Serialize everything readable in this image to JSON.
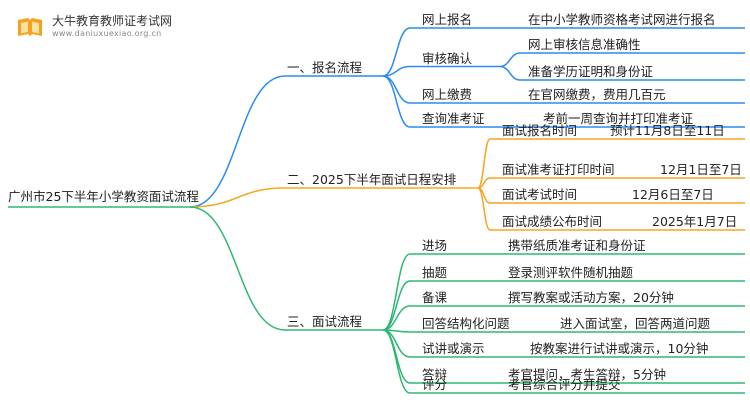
{
  "logo": {
    "name": "大牛教育教师证考试网",
    "url": "www.daniuxuexiao.org.cn"
  },
  "root": "广州市25下半年小学教资面试流程",
  "colors": {
    "blue": "#2d8cf0",
    "orange": "#f5a623",
    "green": "#2eb872"
  },
  "branches": [
    {
      "label": "一、报名流程",
      "color": "#2d8cf0",
      "items": [
        {
          "label": "网上报名",
          "details": [
            "在中小学教师资格考试网进行报名"
          ]
        },
        {
          "label": "审核确认",
          "details": [
            "网上审核信息准确性",
            "准备学历证明和身份证"
          ]
        },
        {
          "label": "网上缴费",
          "details": [
            "在官网缴费，费用几百元"
          ]
        },
        {
          "label": "查询准考证",
          "details": [
            "考前一周查询并打印准考证"
          ]
        }
      ]
    },
    {
      "label": "二、2025下半年面试日程安排",
      "color": "#f5a623",
      "items": [
        {
          "label": "面试报名时间",
          "details": [
            "预计11月8日至11日"
          ]
        },
        {
          "label": "面试准考证打印时间",
          "details": [
            "12月1日至7日"
          ]
        },
        {
          "label": "面试考试时间",
          "details": [
            "12月6日至7日"
          ]
        },
        {
          "label": "面试成绩公布时间",
          "details": [
            "2025年1月7日"
          ]
        }
      ]
    },
    {
      "label": "三、面试流程",
      "color": "#2eb872",
      "items": [
        {
          "label": "进场",
          "details": [
            "携带纸质准考证和身份证"
          ]
        },
        {
          "label": "抽题",
          "details": [
            "登录测评软件随机抽题"
          ]
        },
        {
          "label": "备课",
          "details": [
            "撰写教案或活动方案，20分钟"
          ]
        },
        {
          "label": "回答结构化问题",
          "details": [
            "进入面试室，回答两道问题"
          ]
        },
        {
          "label": "试讲或演示",
          "details": [
            "按教案进行试讲或演示，10分钟"
          ]
        },
        {
          "label": "答辩",
          "details": [
            "考官提问，考生答辩，5分钟"
          ]
        },
        {
          "label": "评分",
          "details": [
            "考官综合评分并提交"
          ]
        }
      ]
    }
  ]
}
